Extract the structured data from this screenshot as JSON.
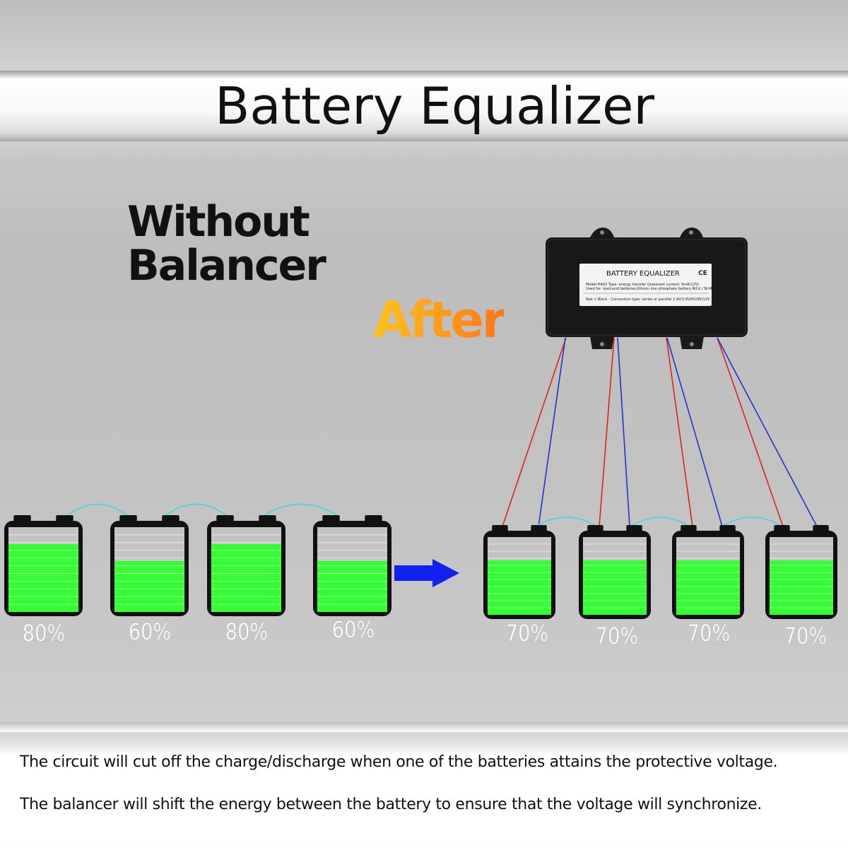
{
  "title": "Battery Equalizer",
  "before_heading": "Without Balancer",
  "after_heading": "After",
  "device_label": {
    "title": "BATTERY EQUALIZER",
    "ce_mark": "CE",
    "model_line": "Model:HA02   Type: energy transfer   Quiescent current: 5mA(12V)",
    "used_for_line": "Used for: lead-acid batteries,lithium iron phosphate battery,NiCd / Ni-MH",
    "connection_line": "Red + Black -   Connection type: series or parallel   2.4V/3.6V/6V/9V/12V"
  },
  "before_batteries": [
    {
      "level": 0.8,
      "label": "80%"
    },
    {
      "level": 0.6,
      "label": "60%"
    },
    {
      "level": 0.8,
      "label": "80%"
    },
    {
      "level": 0.6,
      "label": "60%"
    }
  ],
  "after_batteries": [
    {
      "level": 0.7,
      "label": "70%"
    },
    {
      "level": 0.7,
      "label": "70%"
    },
    {
      "level": 0.7,
      "label": "70%"
    },
    {
      "level": 0.7,
      "label": "70%"
    }
  ],
  "notes": [
    "The circuit will cut off the charge/discharge when one of the batteries attains the protective voltage.",
    "The balancer will shift the energy between the battery to ensure that the voltage will synchronize."
  ],
  "colors": {
    "charge_green": "#33ff33",
    "empty_gray": "#c4c4c4",
    "red_wire": "#dd2222",
    "blue_wire": "#2233cc",
    "link_wire": "#3ad6ee",
    "arrow_blue": "#1122ee"
  }
}
